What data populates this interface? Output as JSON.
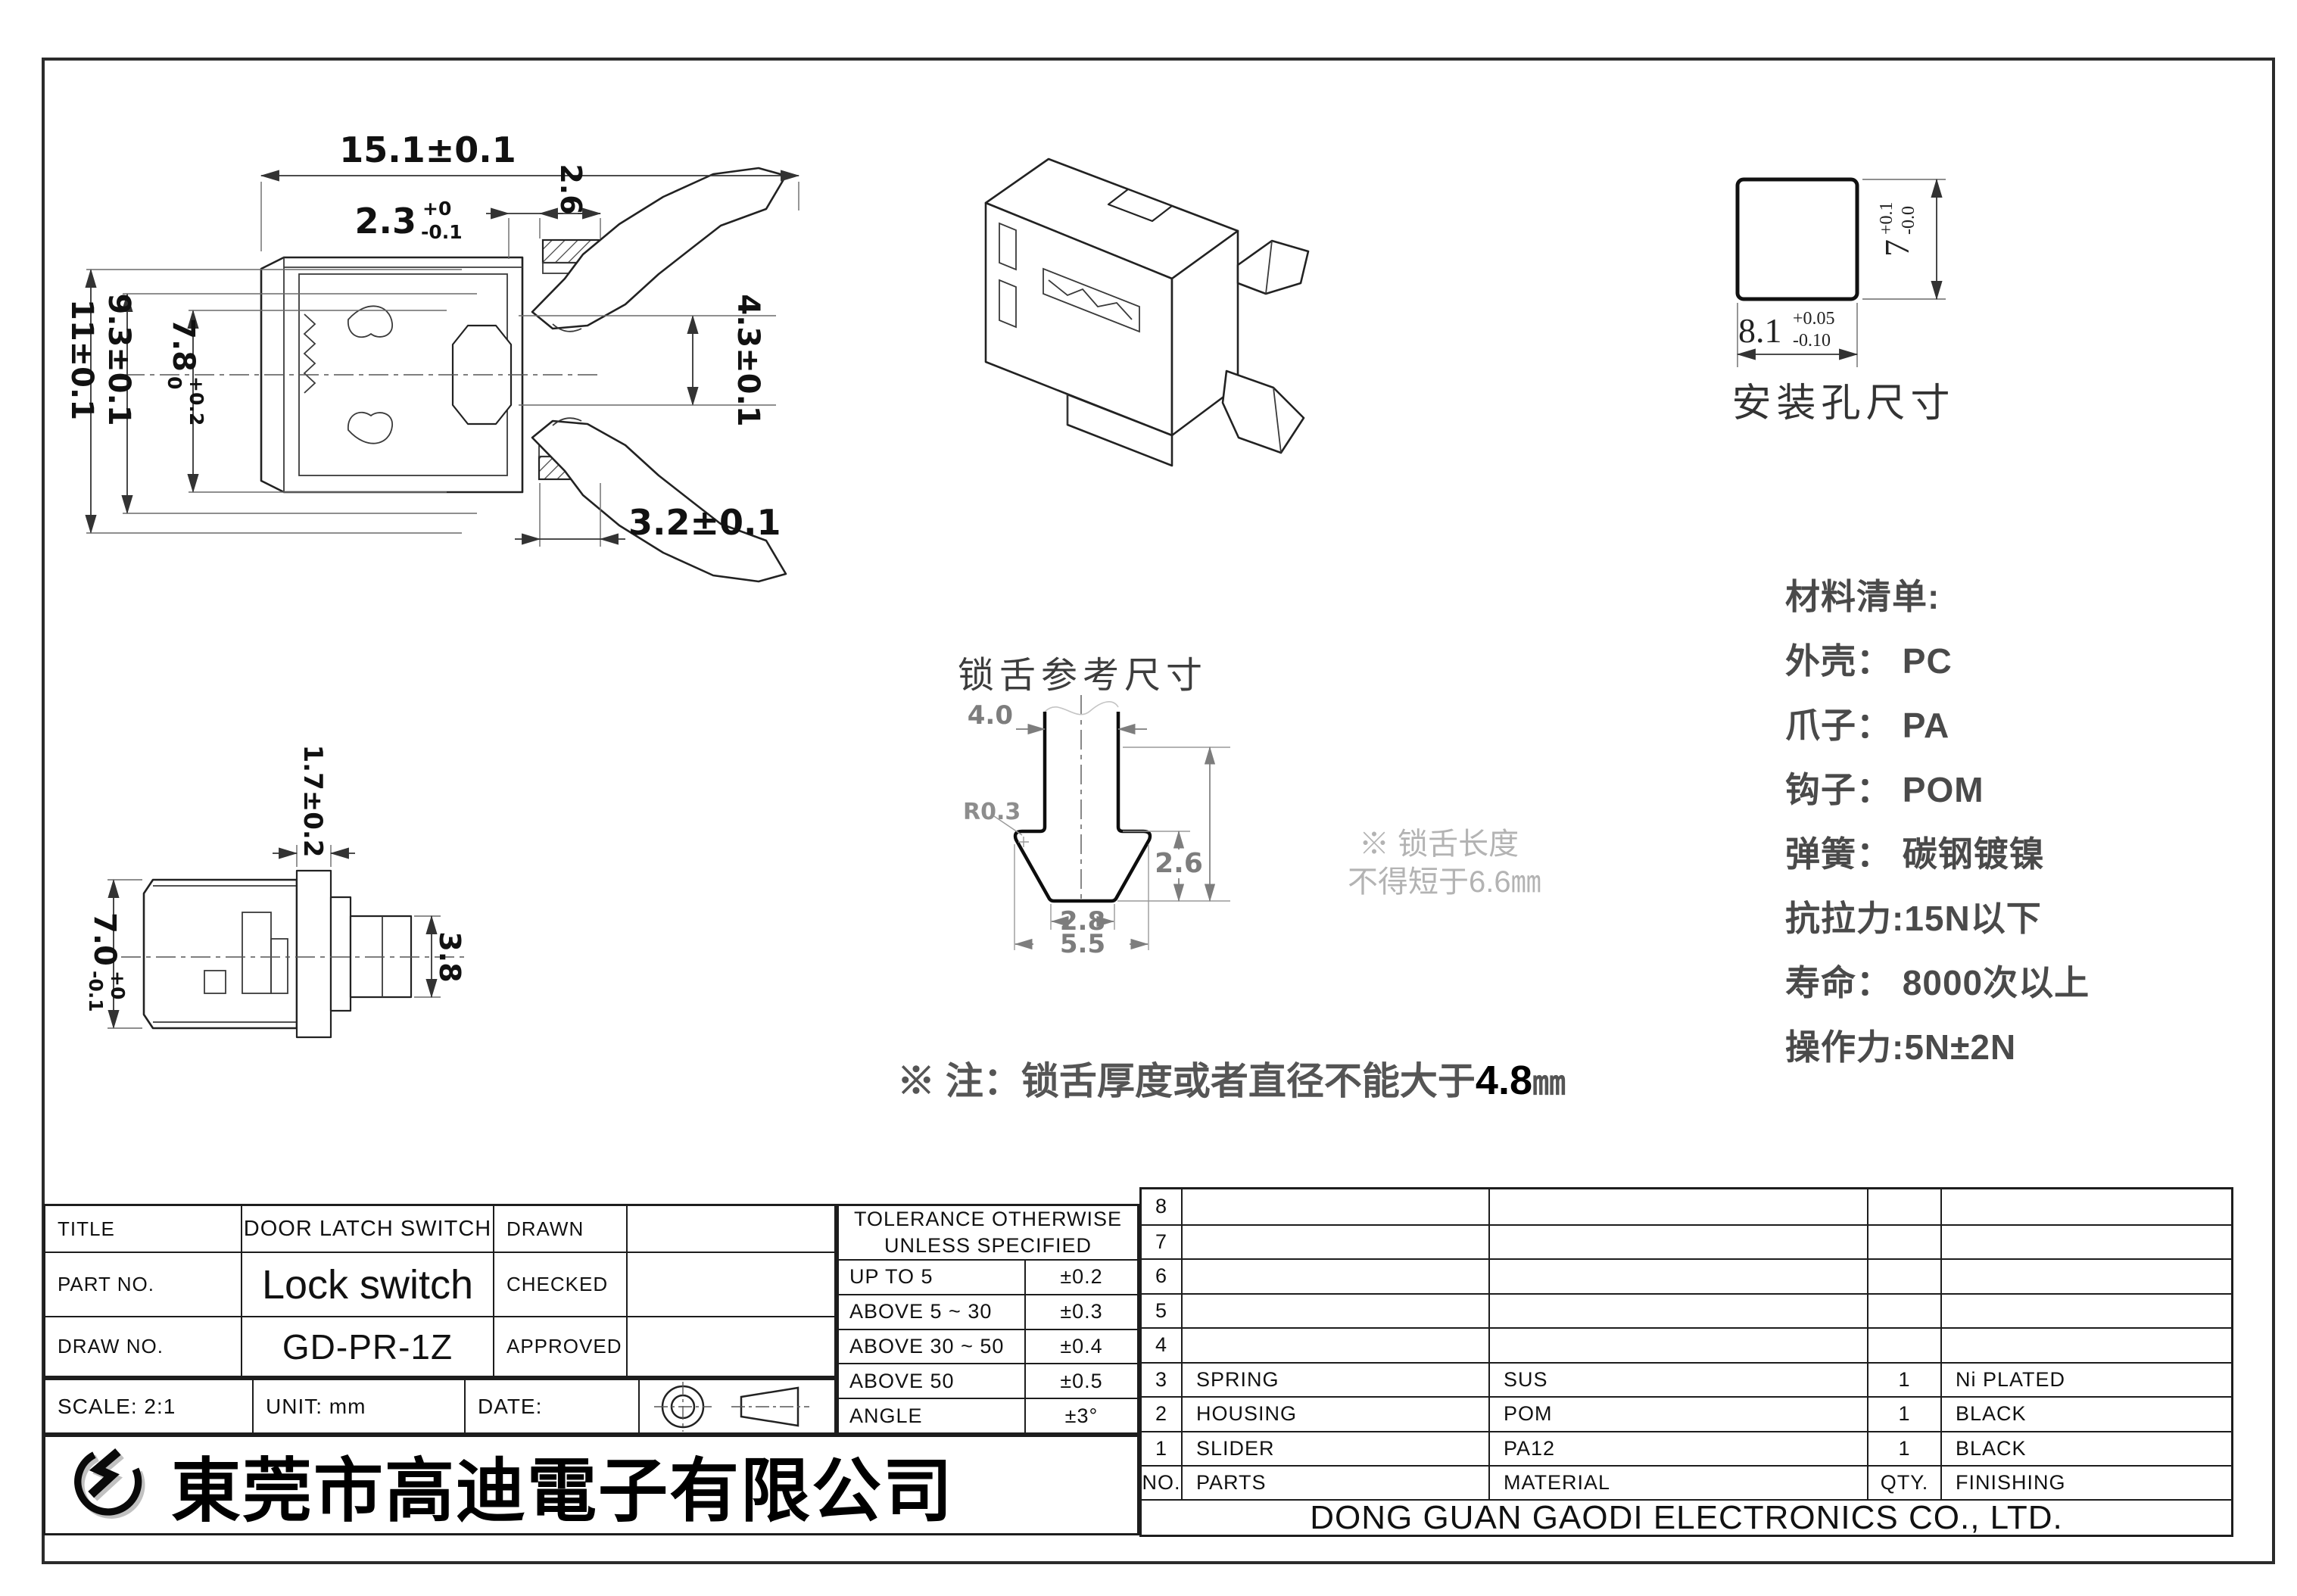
{
  "colors": {
    "line": "#222222",
    "dim_gray": "#7d7d7d",
    "note_gray": "#b3b3b3",
    "material_text": "#4a4a4a"
  },
  "front": {
    "w_total": "15.1±0.1",
    "w23_main": "2.3",
    "w23_up": "+0",
    "w23_dn": "-0.1",
    "w26": "2.6",
    "h11": "11±0.1",
    "h93": "9.3±0.1",
    "h78_main": "7.8",
    "h78_up": "+0.2",
    "h78_dn": "0",
    "h43": "4.3±0.1",
    "w32": "3.2±0.1"
  },
  "mount": {
    "caption": "安装孔尺寸",
    "w_main": "8.1",
    "w_up": "+0.05",
    "w_dn": "-0.10",
    "h_main": "7",
    "h_up": "+0.1",
    "h_dn": "-0.0"
  },
  "side": {
    "h_main": "7.0",
    "h_up": "+0",
    "h_dn": "-0.1",
    "w17": "1.7±0.2",
    "d38": "3.8"
  },
  "tongue": {
    "title": "锁舌参考尺寸",
    "d40": "4.0",
    "r03": "R0.3",
    "d26": "2.6",
    "d28": "2.8",
    "d55": "5.5",
    "note_line1": "※ 锁舌长度",
    "note_line2": "不得短于6.6㎜",
    "bottom_prefix": "※ 注：锁舌厚度或者直径不能大于",
    "bottom_value": "4.8",
    "bottom_unit": "㎜"
  },
  "materials": {
    "lines": [
      "材料清单:",
      "外壳： PC",
      "爪子： PA",
      "钩子： POM",
      "弹簧： 碳钢镀镍",
      "抗拉力:15N以下",
      "寿命： 8000次以上",
      "操作力:5N±2N"
    ]
  },
  "title_block": {
    "title_label": "TITLE",
    "title_value": "DOOR LATCH SWITCH",
    "part_label": "PART NO.",
    "part_value": "Lock switch",
    "draw_label": "DRAW NO.",
    "draw_value": "GD-PR-1Z",
    "drawn_label": "DRAWN",
    "checked_label": "CHECKED",
    "approved_label": "APPROVED",
    "scale": "SCALE: 2:1",
    "unit": "UNIT: mm",
    "date": "DATE:",
    "company_cn": "東莞市高迪電子有限公司"
  },
  "tolerance": {
    "header1": "TOLERANCE OTHERWISE",
    "header2": "UNLESS SPECIFIED",
    "rows": [
      {
        "range": "UP TO 5",
        "tol": "±0.2"
      },
      {
        "range": "ABOVE 5 ~ 30",
        "tol": "±0.3"
      },
      {
        "range": "ABOVE 30 ~ 50",
        "tol": "±0.4"
      },
      {
        "range": "ABOVE 50",
        "tol": "±0.5"
      },
      {
        "range": "ANGLE",
        "tol": "±3°"
      }
    ]
  },
  "parts": {
    "headers": [
      "NO.",
      "PARTS",
      "MATERIAL",
      "QTY.",
      "FINISHING"
    ],
    "items": [
      {
        "no": "8",
        "part": "",
        "material": "",
        "qty": "",
        "finish": ""
      },
      {
        "no": "7",
        "part": "",
        "material": "",
        "qty": "",
        "finish": ""
      },
      {
        "no": "6",
        "part": "",
        "material": "",
        "qty": "",
        "finish": ""
      },
      {
        "no": "5",
        "part": "",
        "material": "",
        "qty": "",
        "finish": ""
      },
      {
        "no": "4",
        "part": "",
        "material": "",
        "qty": "",
        "finish": ""
      },
      {
        "no": "3",
        "part": "SPRING",
        "material": "SUS",
        "qty": "1",
        "finish": "Ni PLATED"
      },
      {
        "no": "2",
        "part": "HOUSING",
        "material": "POM",
        "qty": "1",
        "finish": "BLACK"
      },
      {
        "no": "1",
        "part": "SLIDER",
        "material": "PA12",
        "qty": "1",
        "finish": "BLACK"
      }
    ],
    "company_en": "DONG GUAN GAODI ELECTRONICS CO., LTD."
  }
}
